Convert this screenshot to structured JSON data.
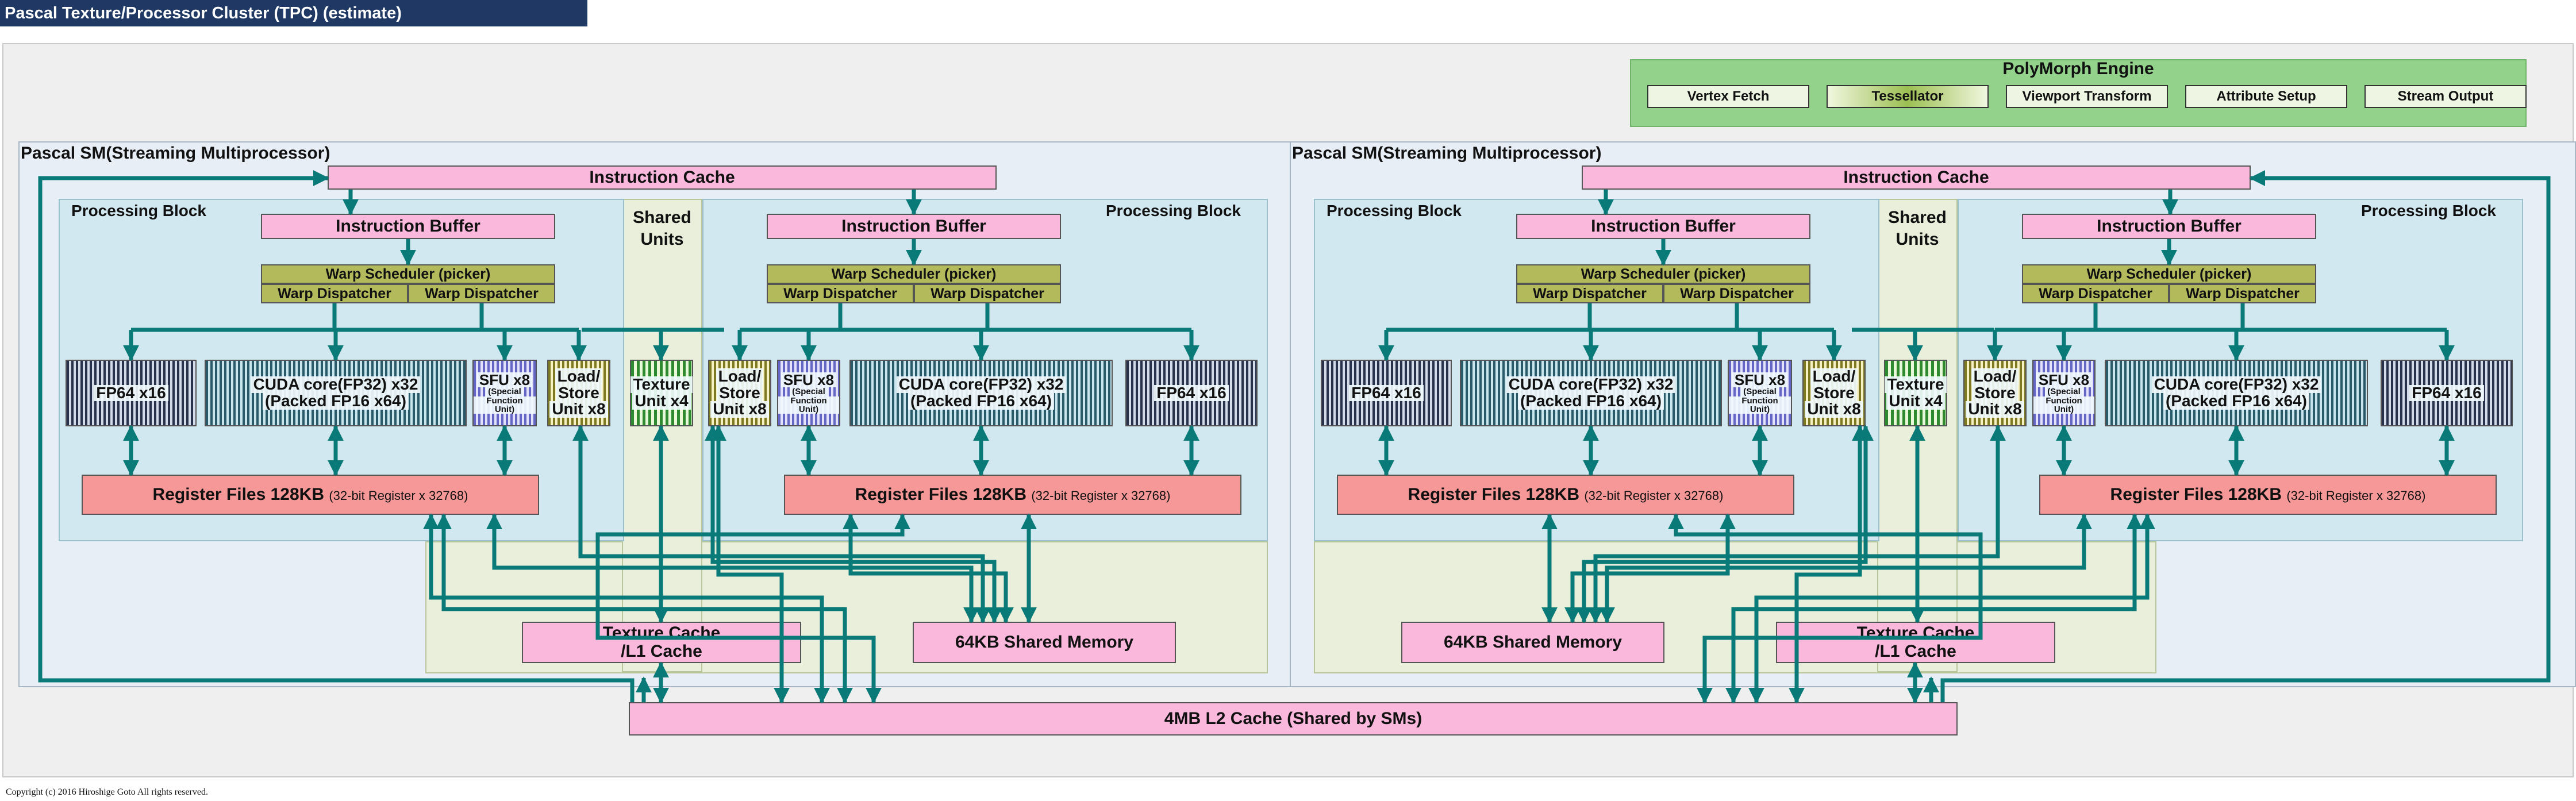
{
  "title": "Pascal Texture/Processor Cluster (TPC) (estimate)",
  "polymorph": {
    "title": "PolyMorph Engine",
    "stages": [
      "Vertex Fetch",
      "Tessellator",
      "Viewport Transform",
      "Attribute Setup",
      "Stream Output"
    ]
  },
  "sm": {
    "label": "Pascal SM(Streaming Multiprocessor)",
    "instruction_cache": "Instruction Cache",
    "shared_units": "Shared Units",
    "shared_memory": "64KB Shared Memory",
    "texture_cache_line1": "Texture Cache",
    "texture_cache_line2": "/L1 Cache"
  },
  "block": {
    "label": "Processing Block",
    "instruction_buffer": "Instruction Buffer",
    "warp_scheduler": "Warp Scheduler (picker)",
    "warp_dispatcher": "Warp Dispatcher",
    "fp64": "FP64 x16",
    "cuda_line1": "CUDA core(FP32) x32",
    "cuda_line2": "(Packed FP16 x64)",
    "sfu": "SFU x8",
    "sfu_sub_line1": "(Special",
    "sfu_sub_line2": "Function Unit)",
    "ldst_line1": "Load/",
    "ldst_line2": "Store",
    "ldst_line3": "Unit x8",
    "register_files": "Register Files 128KB",
    "register_detail": "(32-bit Register x 32768)"
  },
  "texture_unit_line1": "Texture",
  "texture_unit_line2": "Unit x4",
  "l2_cache": "4MB L2 Cache (Shared by SMs)",
  "copyright": "Copyright (c) 2016 Hiroshige Goto All rights reserved.",
  "colors": {
    "title_bar": "#1f3864",
    "wire": "#0a7a78",
    "pink_cache": "#f9b8dc",
    "register": "#f79898",
    "warp": "#b2ba5c",
    "polymorph": "#92d28a"
  }
}
